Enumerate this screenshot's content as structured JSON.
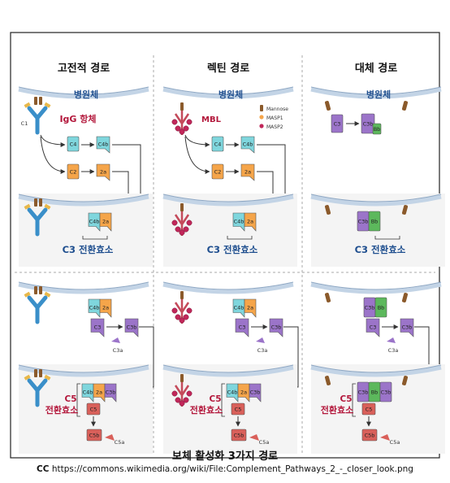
{
  "columns": [
    {
      "title": "고전적 경로",
      "pathogen": "병원체",
      "c1": "C1",
      "antibody": "IgG 항체",
      "c4": "C4",
      "c4b": "C4b",
      "c2": "C2",
      "c2a": "2a",
      "conv3": "C3 전환효소",
      "c3": "C3",
      "c3b": "C3b",
      "c3a": "C3a",
      "c5label": "C5",
      "conv5": "전환효소",
      "c5b": "C5b",
      "c5a": "C5a"
    },
    {
      "title": "렉틴 경로",
      "pathogen": "병원체",
      "mbl": "MBL",
      "c4": "C4",
      "c4b": "C4b",
      "c2": "C2",
      "c2a": "2a",
      "conv3": "C3 전환효소",
      "c3": "C3",
      "c3b": "C3b",
      "c3a": "C3a",
      "c5label": "C5",
      "conv5": "전환효소",
      "c5b": "C5b",
      "c5a": "C5a"
    },
    {
      "title": "대체 경로",
      "pathogen": "병원체",
      "c3": "C3",
      "c3b": "C3b",
      "bb": "Bb",
      "conv3": "C3 전환효소",
      "c3a": "C3a",
      "c5label": "C5",
      "conv5": "전환효소",
      "c5b": "C5b",
      "c5a": "C5a"
    }
  ],
  "legend": [
    "Mannose",
    "MASP1",
    "MASP2"
  ],
  "caption": {
    "title": "보체 활성화 3가지 경로",
    "cc": "CC",
    "url": "https://commons.wikimedia.org/wiki/File:Complement_Pathways_2_-_closer_look.png"
  },
  "colors": {
    "c4": "#7fd6dd",
    "c2": "#f5a54a",
    "c3": "#9b74c9",
    "bb": "#5cb85c",
    "c5": "#d9605a",
    "title_red": "#b3173b",
    "title_blue": "#1f4f8f",
    "antibody": "#3a8fc9",
    "mannose": "#8b5a2b"
  }
}
